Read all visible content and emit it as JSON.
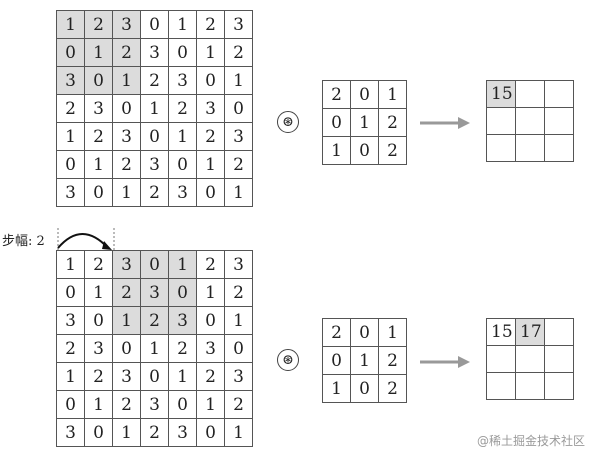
{
  "operator_symbol": "⊛",
  "stride_label": "步幅: 2",
  "watermark": "@稀土掘金技术社区",
  "input_matrix": [
    [
      "1",
      "2",
      "3",
      "0",
      "1",
      "2",
      "3"
    ],
    [
      "0",
      "1",
      "2",
      "3",
      "0",
      "1",
      "2"
    ],
    [
      "3",
      "0",
      "1",
      "2",
      "3",
      "0",
      "1"
    ],
    [
      "2",
      "3",
      "0",
      "1",
      "2",
      "3",
      "0"
    ],
    [
      "1",
      "2",
      "3",
      "0",
      "1",
      "2",
      "3"
    ],
    [
      "0",
      "1",
      "2",
      "3",
      "0",
      "1",
      "2"
    ],
    [
      "3",
      "0",
      "1",
      "2",
      "3",
      "0",
      "1"
    ]
  ],
  "kernel": [
    [
      "2",
      "0",
      "1"
    ],
    [
      "0",
      "1",
      "2"
    ],
    [
      "1",
      "0",
      "2"
    ]
  ],
  "step1_output": [
    [
      "15",
      "",
      ""
    ],
    [
      "",
      "",
      ""
    ],
    [
      "",
      "",
      ""
    ]
  ],
  "step2_output": [
    [
      "15",
      "17",
      ""
    ],
    [
      "",
      "",
      ""
    ],
    [
      "",
      "",
      ""
    ]
  ],
  "step1_window": {
    "row": 0,
    "col": 0,
    "size": 3
  },
  "step2_window": {
    "row": 0,
    "col": 2,
    "size": 3
  }
}
